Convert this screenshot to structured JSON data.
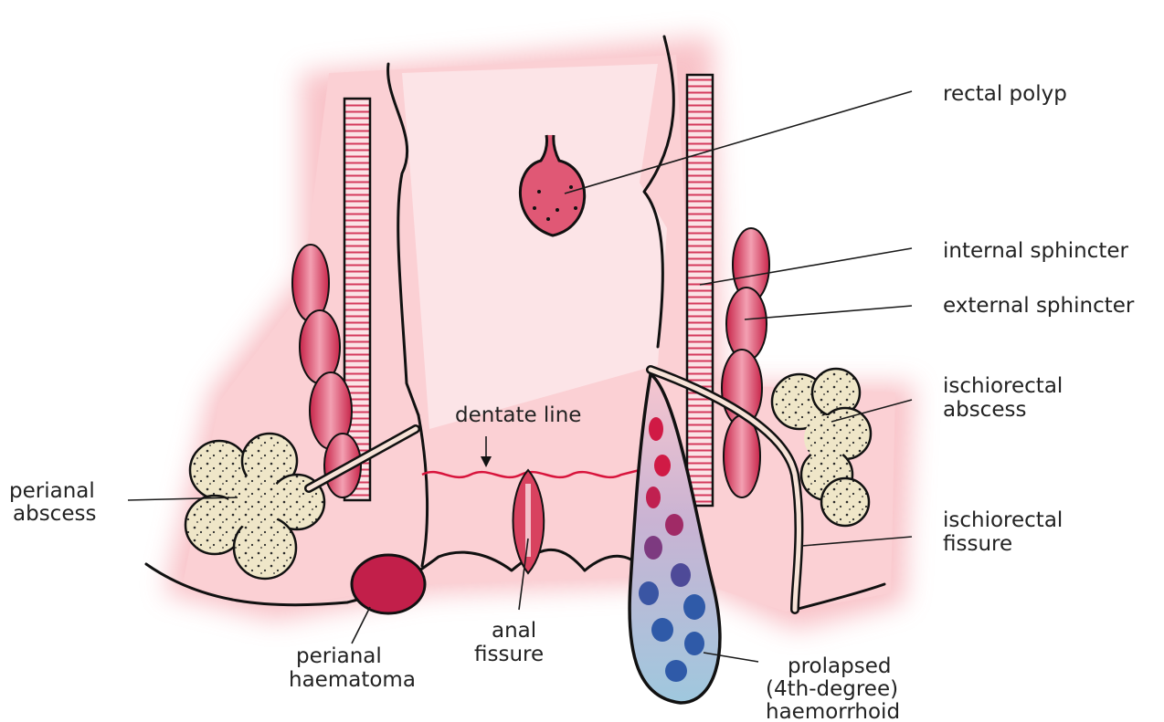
{
  "labels": {
    "rectal_polyp": "rectal polyp",
    "internal_sphincter": "internal sphincter",
    "external_sphincter": "external sphincter",
    "ischiorectal_abscess_1": "ischiorectal",
    "ischiorectal_abscess_2": "abscess",
    "dentate_line": "dentate line",
    "perianal_abscess_1": "perianal",
    "perianal_abscess_2": "abscess",
    "ischiorectal_fissure_1": "ischiorectal",
    "ischiorectal_fissure_2": "fissure",
    "perianal_haematoma_1": "perianal",
    "perianal_haematoma_2": "haematoma",
    "anal_fissure_1": "anal",
    "anal_fissure_2": "fissure",
    "haemorrhoid_1": "prolapsed",
    "haemorrhoid_2": "(4th-degree)",
    "haemorrhoid_3": "haemorrhoid"
  },
  "colors": {
    "tissue": "#fbd0d4",
    "tissue_glow": "#f6a9b1",
    "muscle": "#e85a74",
    "muscle_dark": "#c8254a",
    "abscess": "#efe6c8",
    "haematoma": "#c21f4a",
    "haemorrhoid_top": "#d01a45",
    "haemorrhoid_bottom": "#2f5aa8",
    "haemorrhoid_fill": "#9fc8de",
    "dentate": "#d8143c"
  }
}
